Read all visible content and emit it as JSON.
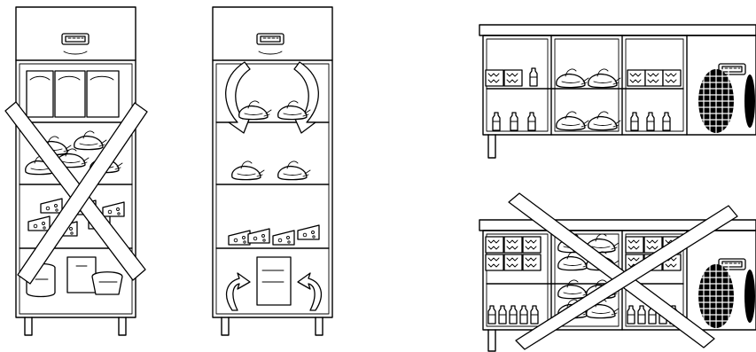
{
  "figure": {
    "panels": [
      {
        "id": "tall-cabinet-overloaded",
        "status": "incorrect",
        "marker": "cross"
      },
      {
        "id": "tall-cabinet-correct",
        "status": "correct",
        "marker": "airflow-arrows"
      },
      {
        "id": "counter-correct",
        "status": "correct",
        "marker": "none"
      },
      {
        "id": "counter-overloaded",
        "status": "incorrect",
        "marker": "cross"
      }
    ],
    "icons": [
      "control-panel-icon",
      "fan-grille-icon",
      "airflow-arrow-icon",
      "cross-out-icon",
      "poultry-icon",
      "cheese-icon",
      "bottle-icon"
    ],
    "colors": {
      "line": "#000000",
      "background": "#ffffff"
    }
  }
}
